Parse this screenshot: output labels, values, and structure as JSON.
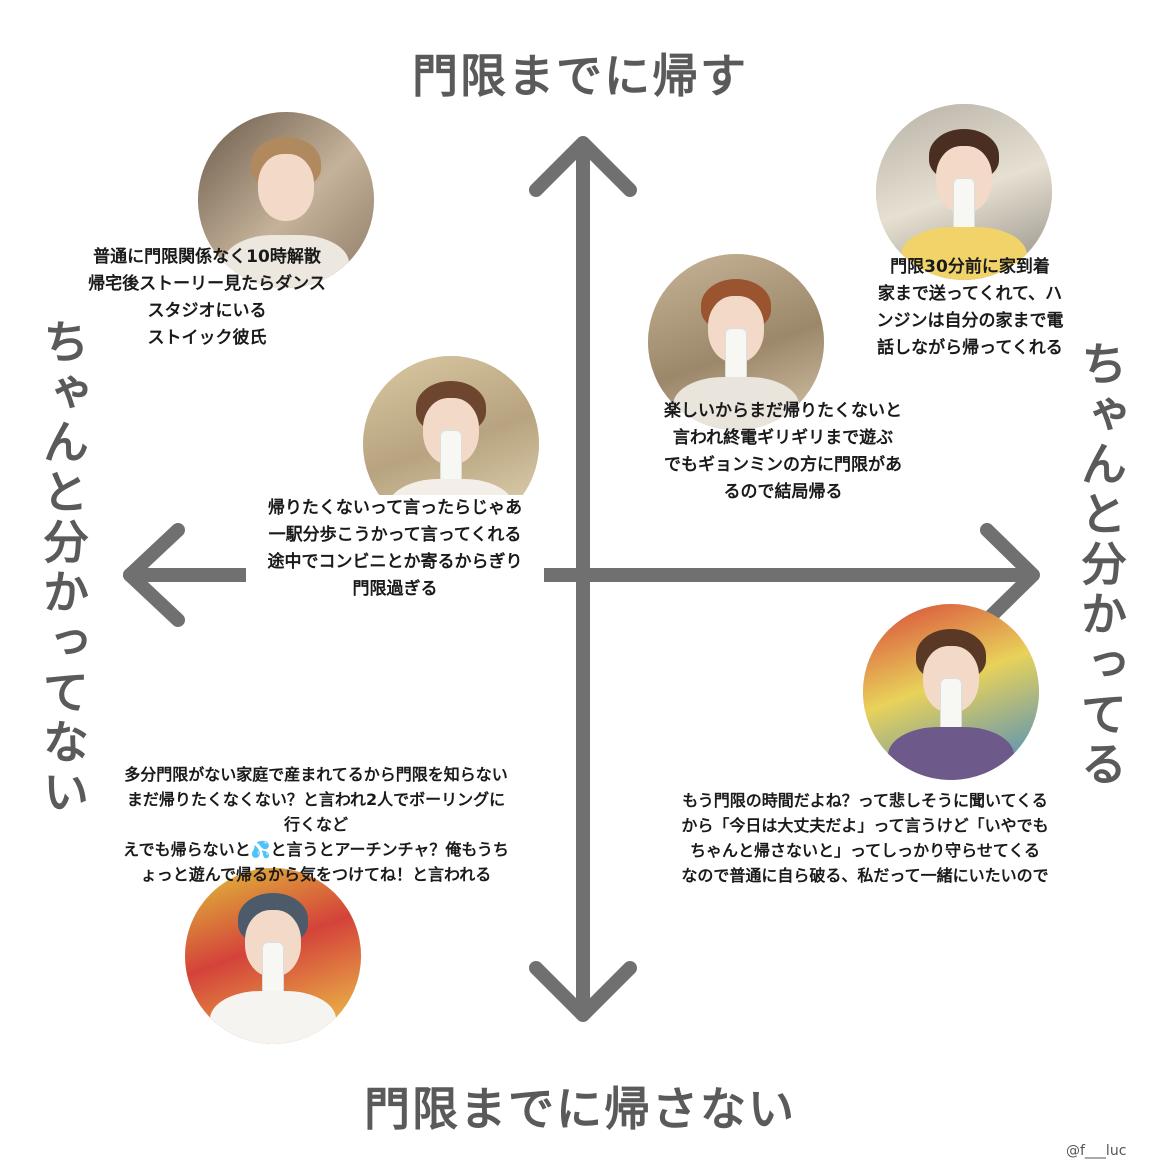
{
  "axis_labels": {
    "top": "門限までに帰す",
    "bottom": "門限までに帰さない",
    "left": "ちゃんと分かってない",
    "right": "ちゃんと分かってる"
  },
  "notes": {
    "top_left": {
      "lines": [
        "普通に門限関係なく10時解散",
        "帰宅後ストーリー見たらダンス",
        "スタジオにいる",
        "ストイック彼氏"
      ]
    },
    "center_left": {
      "lines": [
        "帰りたくないって言ったらじゃあ",
        "一駅分歩こうかって言ってくれる",
        "途中でコンビニとか寄るからぎり",
        "門限過ぎる"
      ]
    },
    "top_right": {
      "lines": [
        "門限30分前に家到着",
        "家まで送ってくれて、ハ",
        "ンジンは自分の家まで電",
        "話しながら帰ってくれる"
      ]
    },
    "center_right": {
      "lines": [
        "楽しいからまだ帰りたくないと",
        "言われ終電ギリギリまで遊ぶ",
        "でもギョンミンの方に門限があ",
        "るので結局帰る"
      ]
    },
    "bottom_left": {
      "lines": [
        "多分門限がない家庭で産まれてるから門限を知らない",
        "まだ帰りたくなくない？と言われ2人でボーリングに",
        "行くなど",
        "えでも帰らないと💦と言うとアーチンチャ？俺もうち",
        "ょっと遊んで帰るから気をつけてね！と言われる"
      ]
    },
    "bottom_right": {
      "lines": [
        "もう門限の時間だよね？って悲しそうに聞いてくる",
        "から「今日は大丈夫だよ」って言うけど「いやでも",
        "ちゃんと帰さないと」ってしっかり守らせてくる",
        "なので普通に自ら破る、私だって一緒にいたいので"
      ]
    }
  },
  "credit": "@f___luc",
  "colors": {
    "arrow": "#707070",
    "axis_text": "#5a5a5a",
    "background": "#ffffff"
  }
}
